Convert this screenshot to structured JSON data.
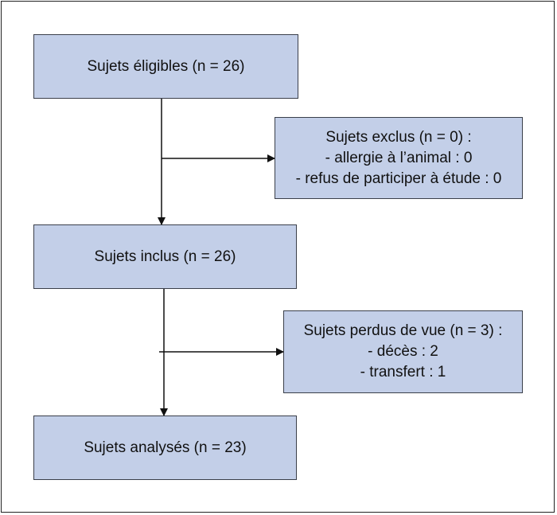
{
  "colors": {
    "box_fill": "#c3cfe8",
    "box_border": "#3a3f4a",
    "line": "#111111",
    "frame": "#222222"
  },
  "flow": {
    "eligible": {
      "text": "Sujets éligibles (n = 26)"
    },
    "excluded": {
      "title": "Sujets exclus (n = 0) :",
      "items": [
        "- allergie à l’animal : 0",
        "- refus de participer à étude : 0"
      ]
    },
    "included": {
      "text": "Sujets inclus (n = 26)"
    },
    "lost": {
      "title": "Sujets perdus de vue (n = 3) :",
      "items": [
        "- décès : 2",
        "- transfert : 1"
      ]
    },
    "analyzed": {
      "text": "Sujets analysés (n = 23)"
    }
  }
}
